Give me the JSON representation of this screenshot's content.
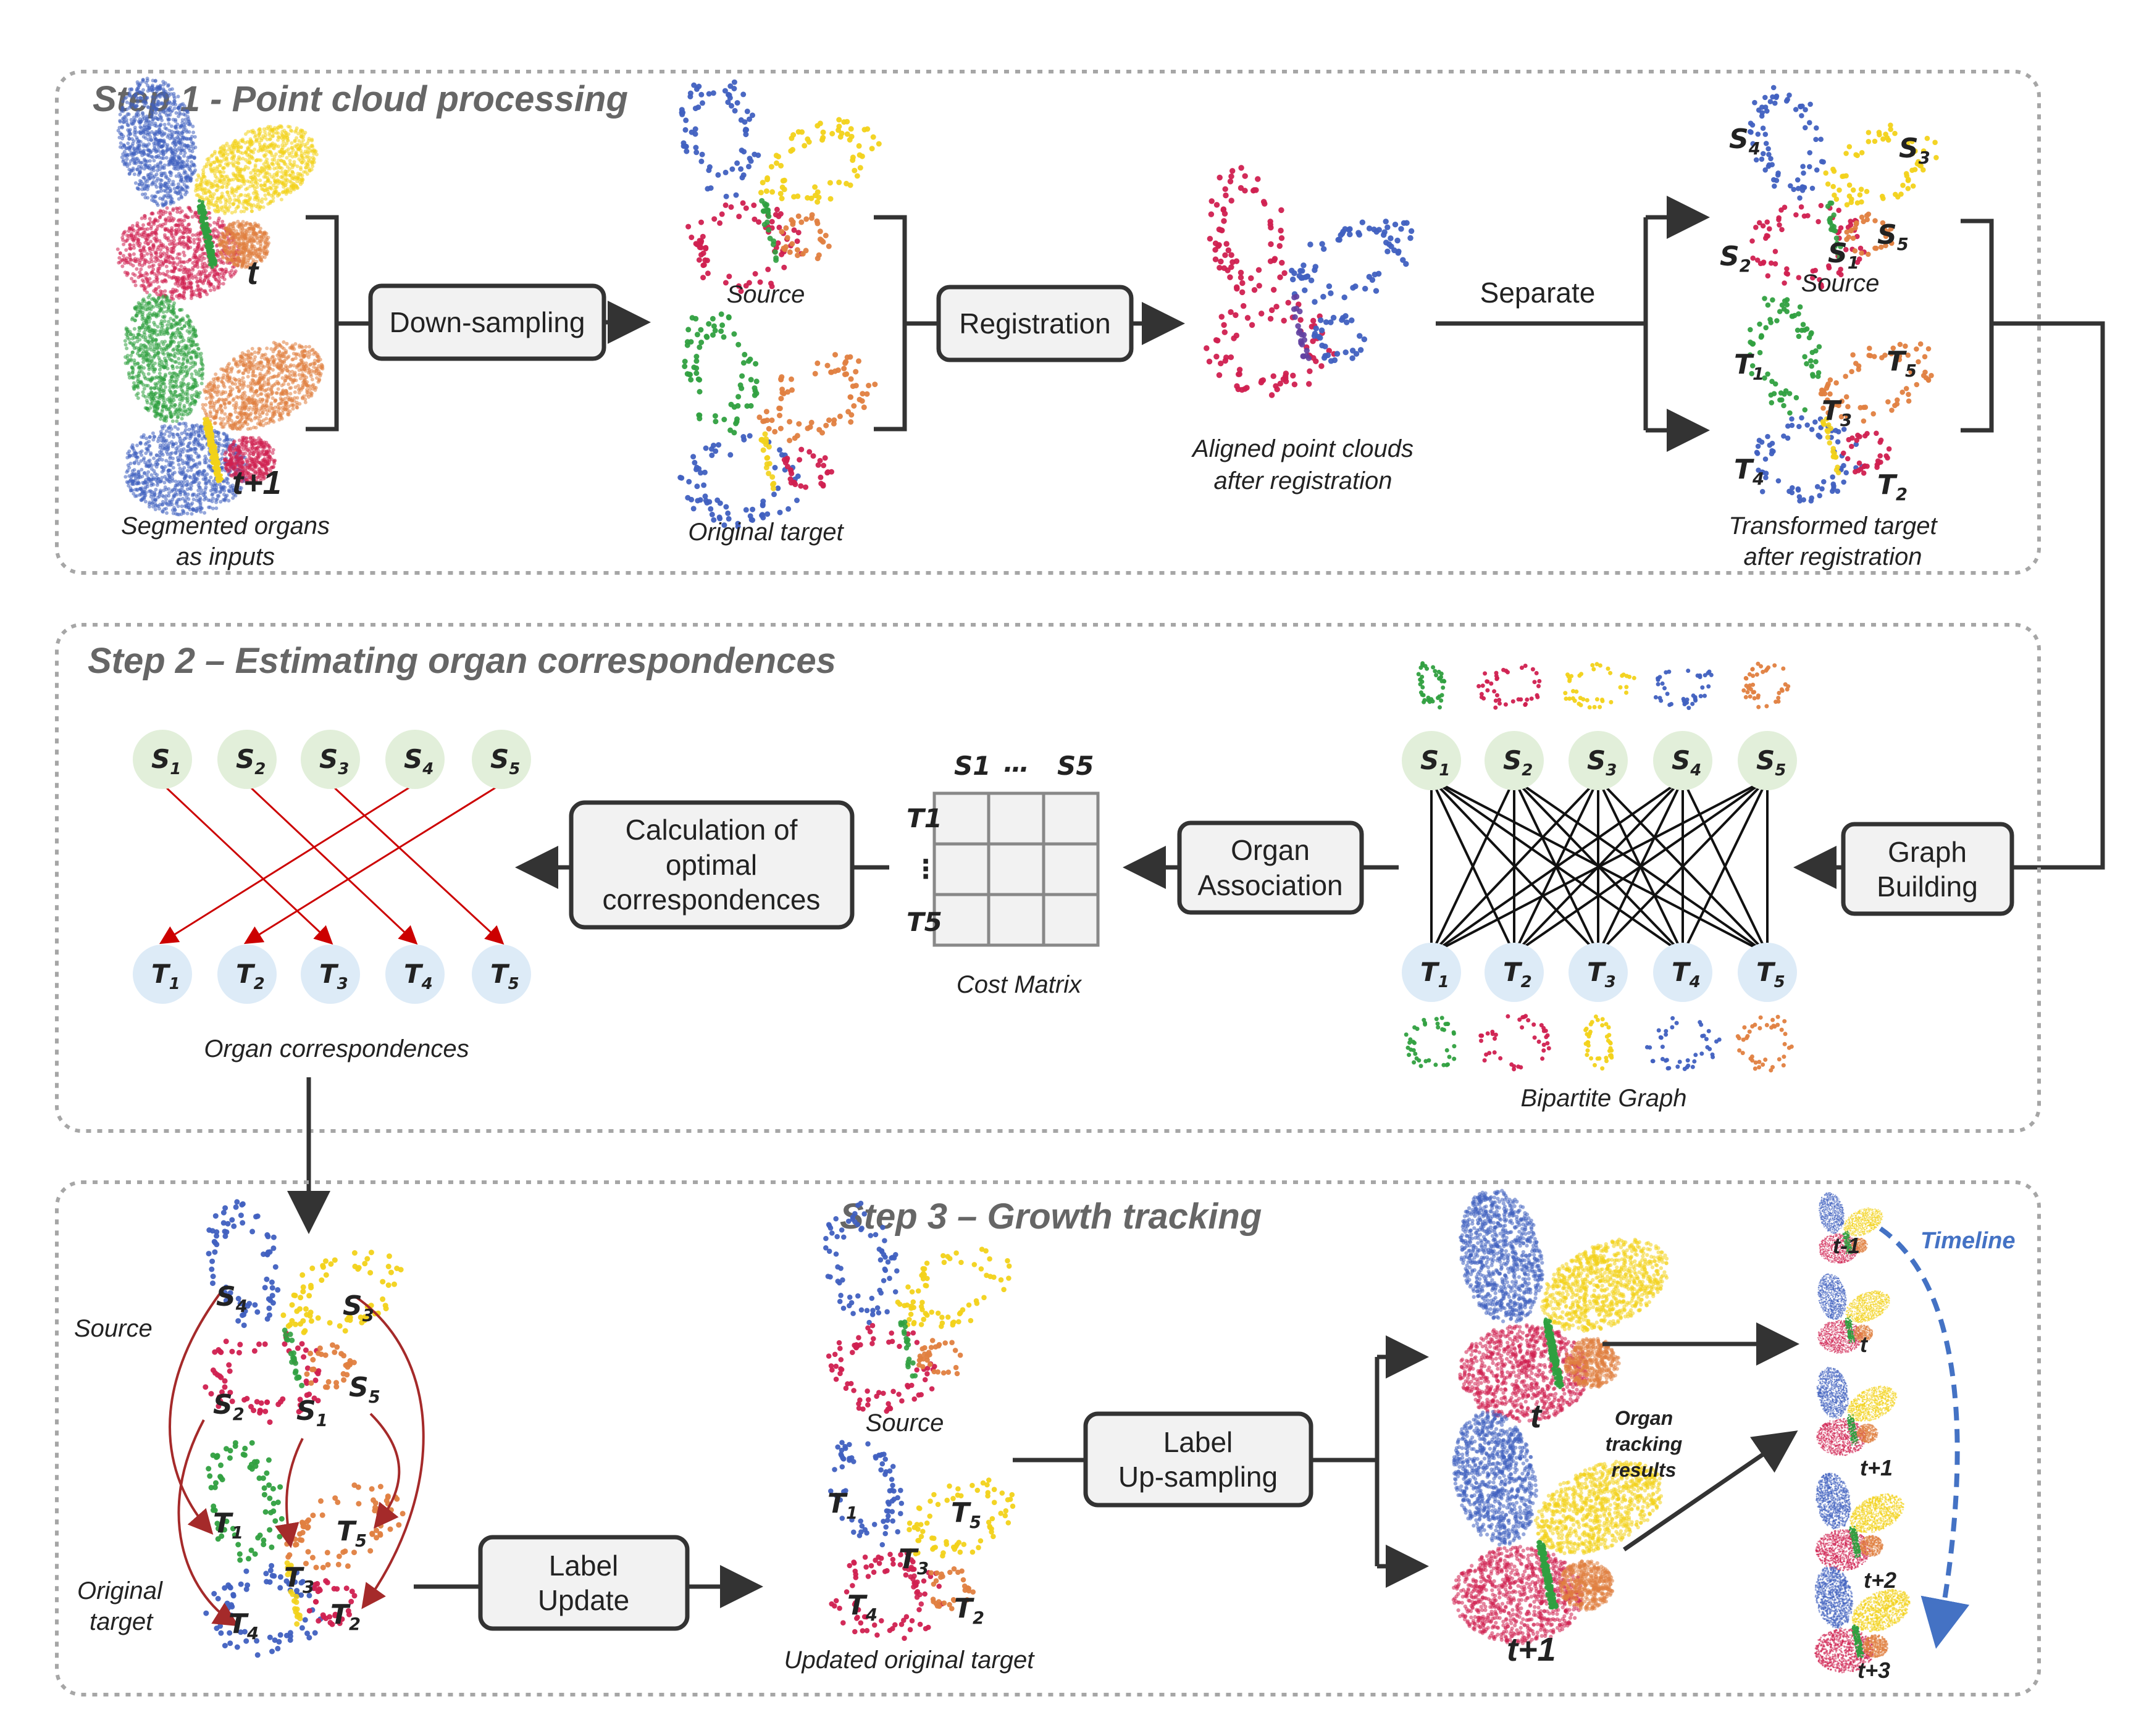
{
  "step1": {
    "title": "Step 1 - Point cloud processing",
    "time_t": "t",
    "time_t1": "t+1",
    "caption_inputs": [
      "Segmented organs",
      "as inputs"
    ],
    "down_sampling": "Down-sampling",
    "source": "Source",
    "original_target": "Original target",
    "registration": "Registration",
    "aligned_caption": [
      "Aligned point clouds",
      "after registration"
    ],
    "separate": "Separate",
    "source_labels": [
      "S",
      "S",
      "S",
      "S",
      "S"
    ],
    "transformed_caption": [
      "Transformed target",
      "after registration"
    ]
  },
  "step2": {
    "title": "Step 2 – Estimating organ correspondences",
    "source_nodes": [
      "S1",
      "S2",
      "S3",
      "S4",
      "S5"
    ],
    "target_nodes": [
      "T1",
      "T2",
      "T3",
      "T4",
      "T5"
    ],
    "calc_box": [
      "Calculation of",
      "optimal",
      "correspondences"
    ],
    "organ_correspondences": "Organ correspondences",
    "cost_matrix": "Cost Matrix",
    "matrix_col_first": "S1",
    "matrix_col_dots": "…",
    "matrix_col_last": "S5",
    "matrix_row_first": "T1",
    "matrix_row_dots": "⋮",
    "matrix_row_last": "T5",
    "organ_association": [
      "Organ",
      "Association"
    ],
    "graph_building": [
      "Graph",
      "Building"
    ],
    "bipartite_graph": "Bipartite Graph"
  },
  "step3": {
    "title": "Step 3 – Growth tracking",
    "source": "Source",
    "original_target": [
      "Original",
      "target"
    ],
    "label_update": [
      "Label",
      "Update"
    ],
    "updated_caption": "Updated original target",
    "label_upsampling": [
      "Label",
      "Up-sampling"
    ],
    "time_t": "t",
    "time_t1": "t+1",
    "tracking_results": [
      "Organ",
      "tracking",
      "results"
    ],
    "timeline": "Timeline",
    "timeline_labels": [
      "t-1",
      "t",
      "t+1",
      "t+2",
      "t+3"
    ]
  },
  "colors": {
    "s_node": "#e2efda",
    "t_node": "#ddebf7",
    "red_arrow": "#cc0000",
    "dark_red_arrow": "#a52a2a",
    "organ_blue": "#4060c0",
    "organ_yellow": "#f2d21a",
    "organ_red": "#d02050",
    "organ_green": "#30a040",
    "organ_orange": "#e08040",
    "timeline_blue": "#4472c4"
  }
}
